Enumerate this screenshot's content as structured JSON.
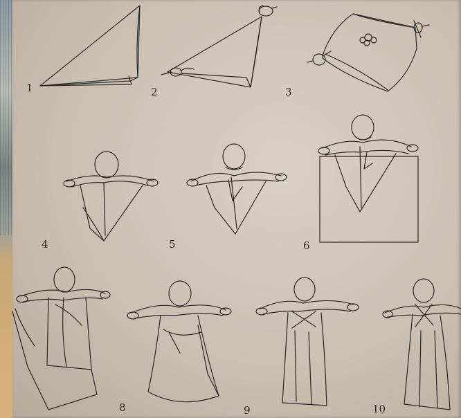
{
  "figure_numbers": [
    "1",
    "2",
    "3",
    "4",
    "5",
    "6",
    "8",
    "9",
    "10"
  ]
}
